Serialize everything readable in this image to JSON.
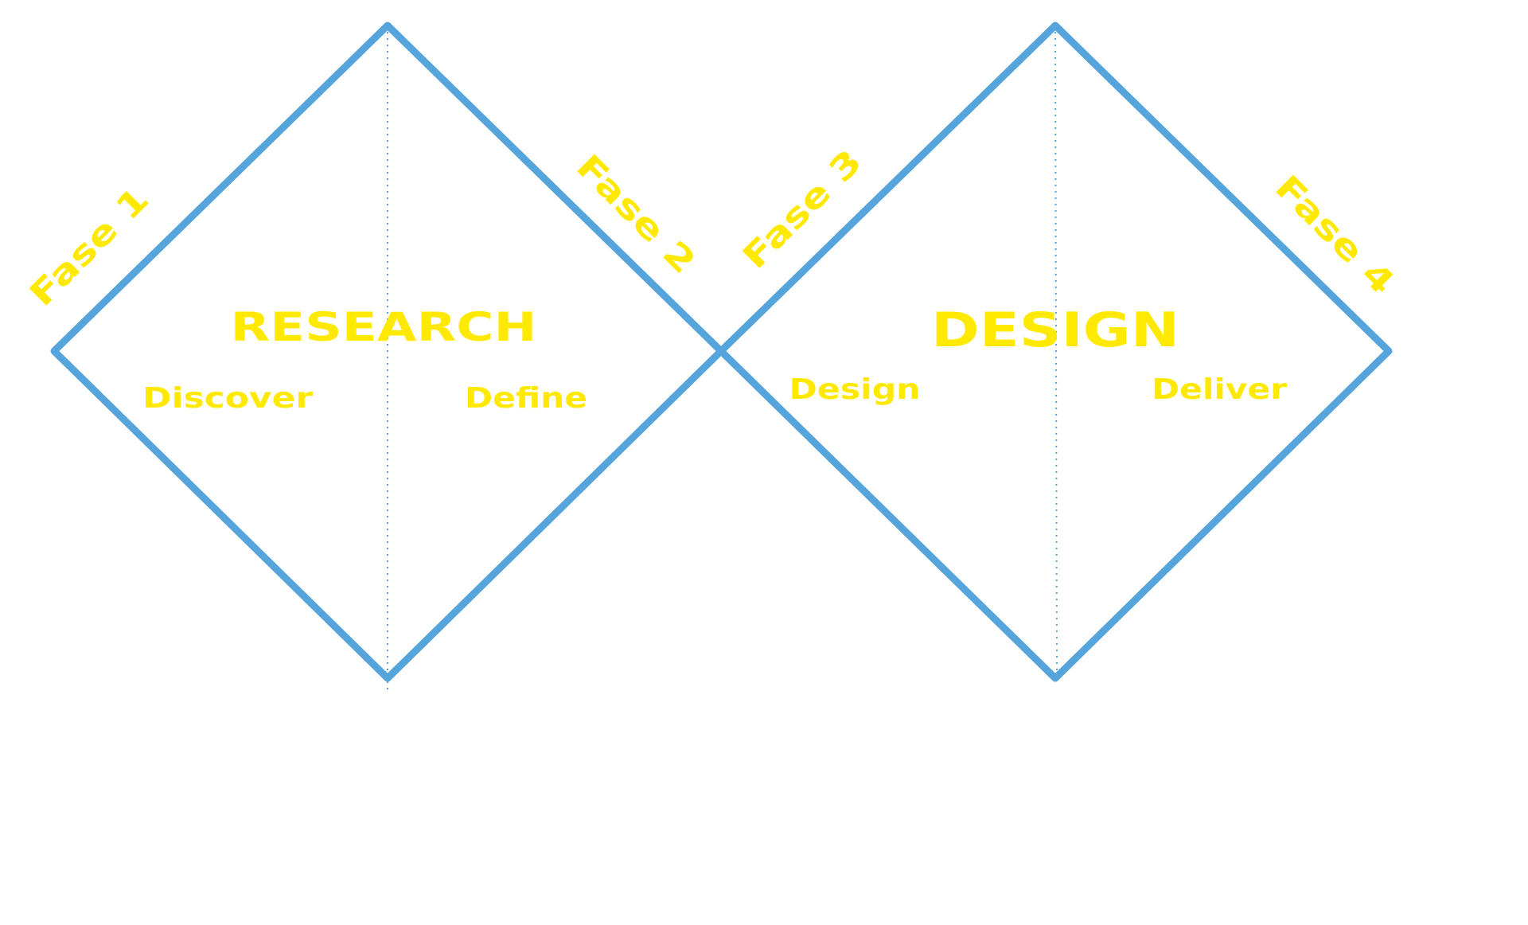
{
  "colors": {
    "outline": "#56a4dc",
    "text": "#ffe900",
    "guide": "#56a4dc",
    "background": "#ffffff"
  },
  "diamonds": [
    {
      "title": "RESEARCH",
      "left_stage": "Discover",
      "right_stage": "Define",
      "left_phase": "Fase 1",
      "right_phase": "Fase 2"
    },
    {
      "title": "DESIGN",
      "left_stage": "Design",
      "right_stage": "Deliver",
      "left_phase": "Fase 3",
      "right_phase": "Fase 4"
    }
  ]
}
